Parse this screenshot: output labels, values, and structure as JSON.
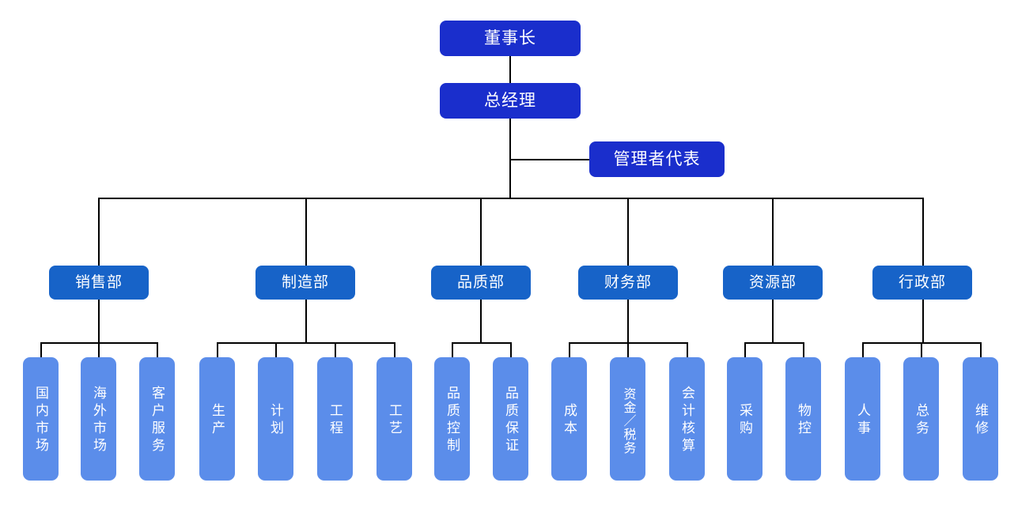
{
  "chart_data": {
    "type": "diagram",
    "title": "",
    "orientation": "top-down",
    "colors": {
      "executive": "#1A2ECC",
      "department": "#1763C8",
      "unit": "#5B8DEA",
      "connector": "#000000",
      "background": "#ffffff",
      "text": "#ffffff"
    },
    "levels": [
      "executive",
      "department",
      "unit"
    ],
    "nodes": {
      "chairman": {
        "label": "董事长",
        "level": "executive"
      },
      "general_manager": {
        "label": "总经理",
        "level": "executive"
      },
      "management_rep": {
        "label": "管理者代表",
        "level": "executive"
      },
      "sales": {
        "label": "销售部",
        "level": "department"
      },
      "manufacturing": {
        "label": "制造部",
        "level": "department"
      },
      "quality": {
        "label": "品质部",
        "level": "department"
      },
      "finance": {
        "label": "财务部",
        "level": "department"
      },
      "resources": {
        "label": "资源部",
        "level": "department"
      },
      "administration": {
        "label": "行政部",
        "level": "department"
      },
      "domestic_market": {
        "label": "国内市场",
        "level": "unit"
      },
      "overseas_market": {
        "label": "海外市场",
        "level": "unit"
      },
      "customer_service": {
        "label": "客户服务",
        "level": "unit"
      },
      "production": {
        "label": "生产",
        "level": "unit"
      },
      "planning": {
        "label": "计划",
        "level": "unit"
      },
      "engineering": {
        "label": "工程",
        "level": "unit"
      },
      "process": {
        "label": "工艺",
        "level": "unit"
      },
      "quality_control": {
        "label": "品质控制",
        "level": "unit"
      },
      "quality_assurance": {
        "label": "品质保证",
        "level": "unit"
      },
      "cost": {
        "label": "成本",
        "level": "unit"
      },
      "funds_tax": {
        "label": "资金／税务",
        "level": "unit"
      },
      "accounting": {
        "label": "会计核算",
        "level": "unit"
      },
      "purchasing": {
        "label": "采购",
        "level": "unit"
      },
      "material_control": {
        "label": "物控",
        "level": "unit"
      },
      "human_resources": {
        "label": "人事",
        "level": "unit"
      },
      "general_affairs": {
        "label": "总务",
        "level": "unit"
      },
      "maintenance": {
        "label": "维修",
        "level": "unit"
      }
    },
    "edges": [
      [
        "chairman",
        "general_manager"
      ],
      [
        "general_manager",
        "management_rep"
      ],
      [
        "general_manager",
        "sales"
      ],
      [
        "general_manager",
        "manufacturing"
      ],
      [
        "general_manager",
        "quality"
      ],
      [
        "general_manager",
        "finance"
      ],
      [
        "general_manager",
        "resources"
      ],
      [
        "general_manager",
        "administration"
      ],
      [
        "sales",
        "domestic_market"
      ],
      [
        "sales",
        "overseas_market"
      ],
      [
        "sales",
        "customer_service"
      ],
      [
        "manufacturing",
        "production"
      ],
      [
        "manufacturing",
        "planning"
      ],
      [
        "manufacturing",
        "engineering"
      ],
      [
        "manufacturing",
        "process"
      ],
      [
        "quality",
        "quality_control"
      ],
      [
        "quality",
        "quality_assurance"
      ],
      [
        "finance",
        "cost"
      ],
      [
        "finance",
        "funds_tax"
      ],
      [
        "finance",
        "accounting"
      ],
      [
        "resources",
        "purchasing"
      ],
      [
        "resources",
        "material_control"
      ],
      [
        "administration",
        "human_resources"
      ],
      [
        "administration",
        "general_affairs"
      ],
      [
        "administration",
        "maintenance"
      ]
    ]
  }
}
